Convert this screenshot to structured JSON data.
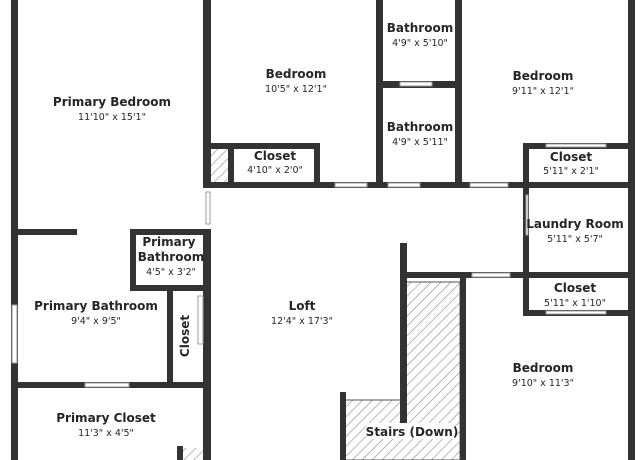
{
  "floor_plan": {
    "wall_color": "#333333",
    "hatch_color": "#777777",
    "rooms": [
      {
        "id": "primary-bedroom",
        "name": "Primary Bedroom",
        "dims": "11'10\" x 15'1\""
      },
      {
        "id": "bedroom-upper-left",
        "name": "Bedroom",
        "dims": "10'5\" x 12'1\""
      },
      {
        "id": "bathroom-top",
        "name": "Bathroom",
        "dims": "4'9\" x 5'10\""
      },
      {
        "id": "bathroom-middle",
        "name": "Bathroom",
        "dims": "4'9\" x 5'11\""
      },
      {
        "id": "bedroom-upper-right",
        "name": "Bedroom",
        "dims": "9'11\" x 12'1\""
      },
      {
        "id": "closet-upper-left",
        "name": "Closet",
        "dims": "4'10\" x 2'0\""
      },
      {
        "id": "closet-upper-right",
        "name": "Closet",
        "dims": "5'11\" x 2'1\""
      },
      {
        "id": "laundry-room",
        "name": "Laundry Room",
        "dims": "5'11\" x 5'7\""
      },
      {
        "id": "primary-bathroom-small",
        "name": "Primary\nBathroom",
        "dims": "4'5\" x 3'2\""
      },
      {
        "id": "primary-bathroom",
        "name": "Primary Bathroom",
        "dims": "9'4\" x 9'5\""
      },
      {
        "id": "closet-vertical",
        "name": "Closet",
        "dims": ""
      },
      {
        "id": "loft",
        "name": "Loft",
        "dims": "12'4\" x 17'3\""
      },
      {
        "id": "closet-lower-right",
        "name": "Closet",
        "dims": "5'11\" x 1'10\""
      },
      {
        "id": "bedroom-lower-right",
        "name": "Bedroom",
        "dims": "9'10\" x 11'3\""
      },
      {
        "id": "primary-closet",
        "name": "Primary Closet",
        "dims": "11'3\" x 4'5\""
      },
      {
        "id": "stairs",
        "name": "Stairs (Down)",
        "dims": ""
      }
    ]
  }
}
